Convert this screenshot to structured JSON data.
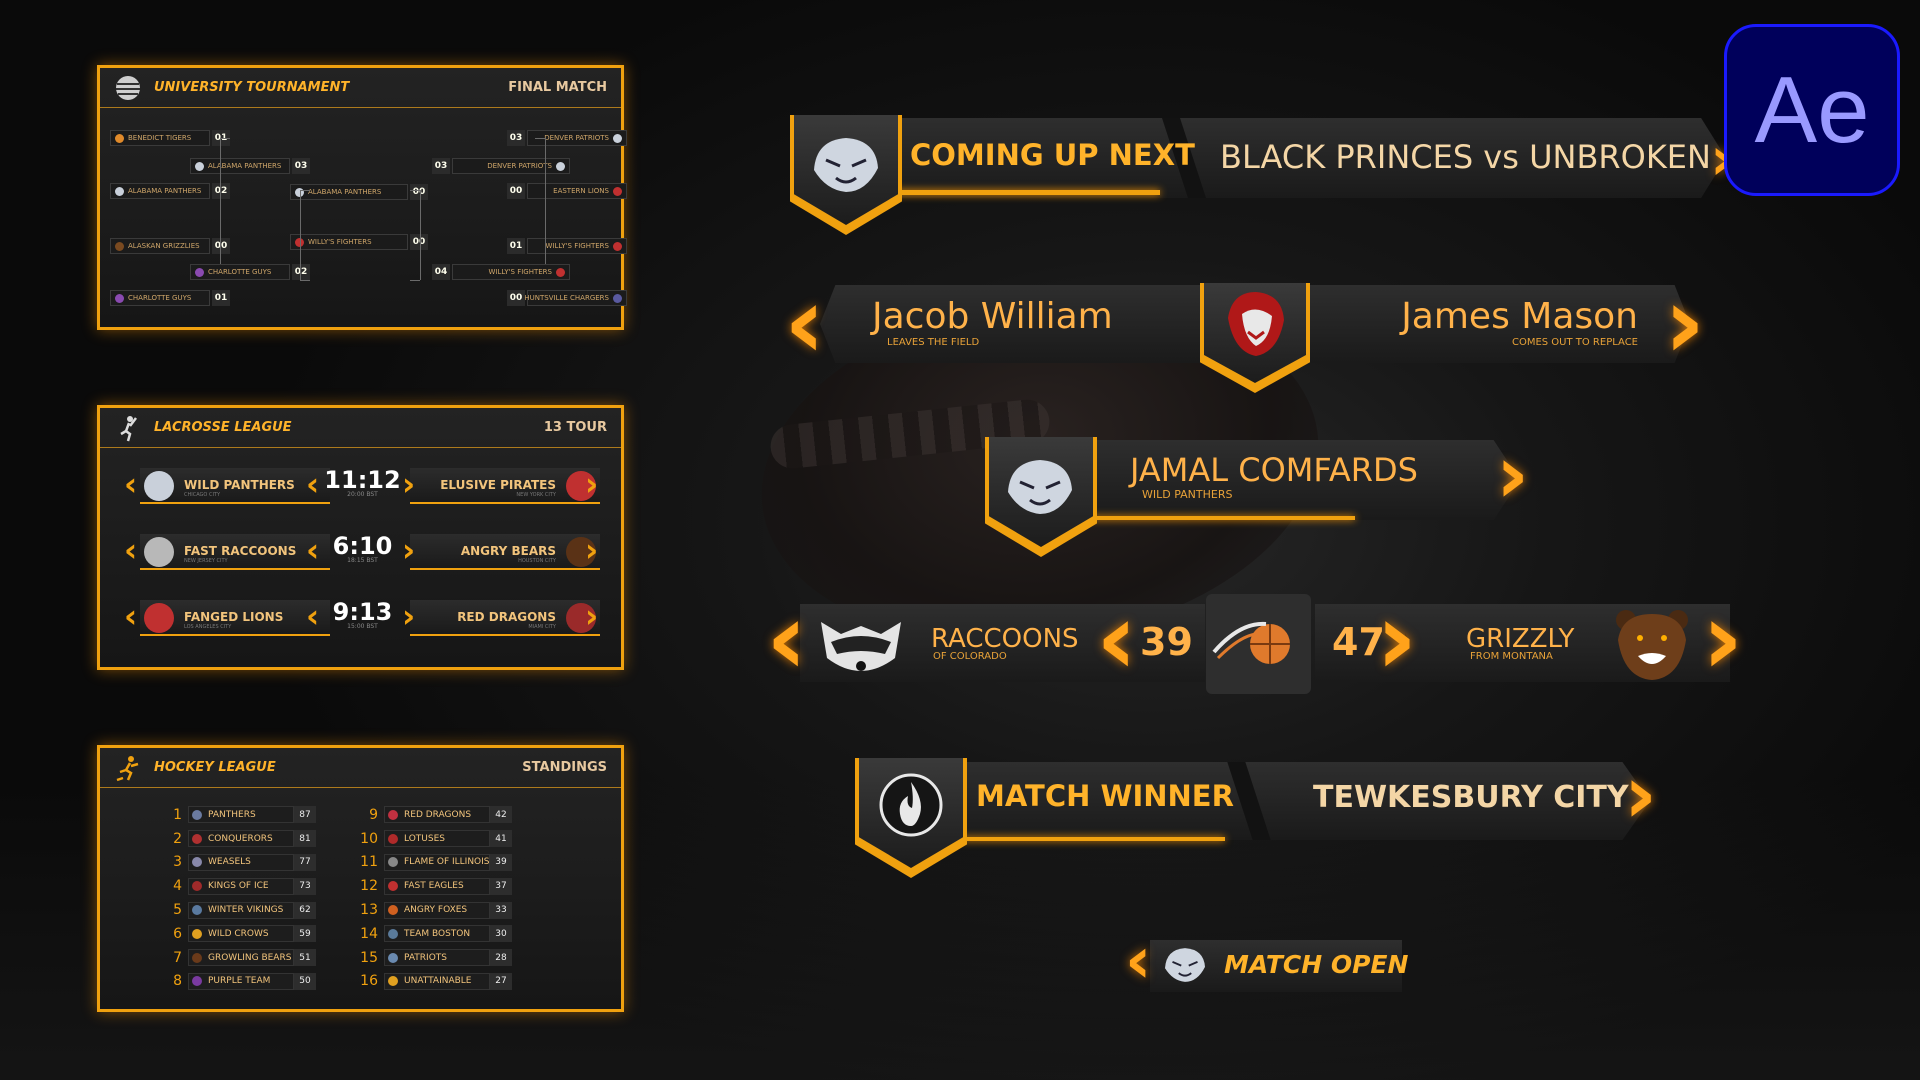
{
  "bracket": {
    "title": "UNIVERSITY TOURNAMENT",
    "subtitle": "FINAL MATCH",
    "entries": [
      {
        "name": "BENEDICT TIGERS",
        "score": "01"
      },
      {
        "name": "ALABAMA PANTHERS",
        "score": "03"
      },
      {
        "name": "ALABAMA PANTHERS",
        "score": "02"
      },
      {
        "name": "ALABAMA PANTHERS",
        "score": "00"
      },
      {
        "name": "ALASKAN GRIZZLIES",
        "score": "00"
      },
      {
        "name": "CHARLOTTE GUYS",
        "score": "02"
      },
      {
        "name": "CHARLOTTE GUYS",
        "score": "01"
      },
      {
        "name": "WILLY'S FIGHTERS",
        "score": "00"
      },
      {
        "name": "DENVER PATRIOTS",
        "score": "03"
      },
      {
        "name": "DENVER PATRIOTS",
        "score": "03"
      },
      {
        "name": "EASTERN LIONS",
        "score": "00"
      },
      {
        "name": "WILLY'S FIGHTERS",
        "score": "01"
      },
      {
        "name": "WILLY'S FIGHTERS",
        "score": "04"
      },
      {
        "name": "HUNTSVILLE CHARGERS",
        "score": "00"
      }
    ]
  },
  "lacrosse": {
    "title": "LACROSSE LEAGUE",
    "subtitle": "13 TOUR",
    "matches": [
      {
        "home": "WILD PANTHERS",
        "home_city": "CHICAGO CITY",
        "time": "11:12",
        "kickoff": "20:00 BST",
        "away": "ELUSIVE PIRATES",
        "away_city": "NEW YORK CITY"
      },
      {
        "home": "FAST RACCOONS",
        "home_city": "NEW JERSEY CITY",
        "time": "6:10",
        "kickoff": "18:15 BST",
        "away": "ANGRY BEARS",
        "away_city": "HOUSTON CITY"
      },
      {
        "home": "FANGED LIONS",
        "home_city": "LOS ANGELES CITY",
        "time": "9:13",
        "kickoff": "15:00 BST",
        "away": "RED DRAGONS",
        "away_city": "MIAMI CITY"
      }
    ]
  },
  "hockey": {
    "title": "HOCKEY LEAGUE",
    "subtitle": "STANDINGS",
    "teams": [
      {
        "rank": "1",
        "name": "PANTHERS",
        "points": "87"
      },
      {
        "rank": "2",
        "name": "CONQUERORS",
        "points": "81"
      },
      {
        "rank": "3",
        "name": "WEASELS",
        "points": "77"
      },
      {
        "rank": "4",
        "name": "KINGS OF ICE",
        "points": "73"
      },
      {
        "rank": "5",
        "name": "WINTER VIKINGS",
        "points": "62"
      },
      {
        "rank": "6",
        "name": "WILD CROWS",
        "points": "59"
      },
      {
        "rank": "7",
        "name": "GROWLING BEARS",
        "points": "51"
      },
      {
        "rank": "8",
        "name": "PURPLE TEAM",
        "points": "50"
      },
      {
        "rank": "9",
        "name": "RED DRAGONS",
        "points": "42"
      },
      {
        "rank": "10",
        "name": "LOTUSES",
        "points": "41"
      },
      {
        "rank": "11",
        "name": "FLAME OF ILLINOIS",
        "points": "39"
      },
      {
        "rank": "12",
        "name": "FAST EAGLES",
        "points": "37"
      },
      {
        "rank": "13",
        "name": "ANGRY FOXES",
        "points": "33"
      },
      {
        "rank": "14",
        "name": "TEAM BOSTON",
        "points": "30"
      },
      {
        "rank": "15",
        "name": "PATRIOTS",
        "points": "28"
      },
      {
        "rank": "16",
        "name": "UNATTAINABLE",
        "points": "27"
      }
    ]
  },
  "coming_up": {
    "label": "COMING UP NEXT",
    "match": "BLACK PRINCES vs UNBROKEN"
  },
  "substitution": {
    "out_name": "Jacob William",
    "out_note": "LEAVES THE FIELD",
    "in_name": "James Mason",
    "in_note": "COMES OUT TO REPLACE"
  },
  "player": {
    "name": "JAMAL COMFARDS",
    "team": "WILD PANTHERS"
  },
  "score": {
    "home": "RACCOONS",
    "home_sub": "OF COLORADO",
    "home_score": "39",
    "away": "GRIZZLY",
    "away_sub": "FROM MONTANA",
    "away_score": "47"
  },
  "winner": {
    "label": "MATCH WINNER",
    "team": "TEWKESBURY CITY"
  },
  "open": {
    "label": "MATCH OPEN"
  },
  "app_badge": {
    "label": "Ae",
    "color": "#00005b"
  },
  "colors": {
    "accent": "#f0a10f",
    "text_gold": "#ffb32a"
  }
}
